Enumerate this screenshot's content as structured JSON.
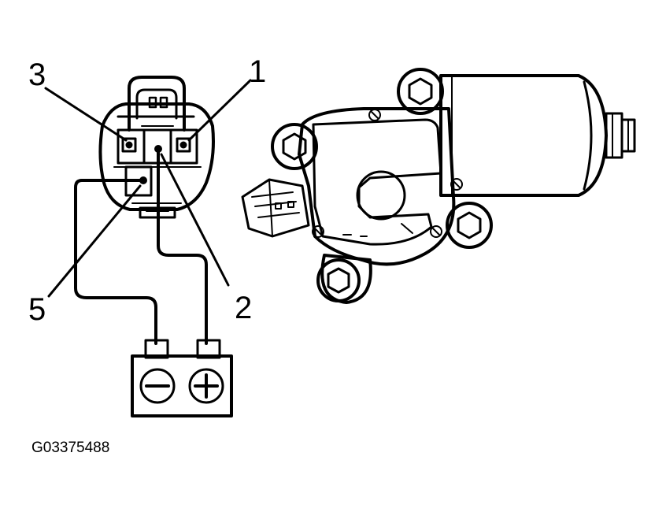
{
  "labels": {
    "pin3": "3",
    "pin1": "1",
    "pin5": "5",
    "pin2": "2"
  },
  "figure_code": "G03375488",
  "battery": {
    "negative_icon": "minus-sign",
    "positive_icon": "plus-sign"
  }
}
